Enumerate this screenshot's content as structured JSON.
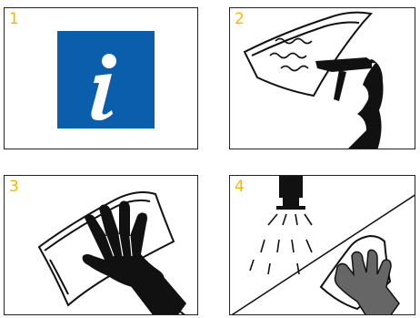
{
  "panels": [
    {
      "number": "1",
      "content": "info-sign"
    },
    {
      "number": "2",
      "content": "spray-bottle-cloth"
    },
    {
      "number": "3",
      "content": "gloved-hand-wipe"
    },
    {
      "number": "4",
      "content": "rinse-shower"
    }
  ],
  "colors": {
    "number": "#f5b800",
    "info_blue": "#0a5eab",
    "ink": "#111111",
    "glove_gray": "#666666"
  },
  "icons": [
    "info-icon",
    "spray-bottle-icon",
    "cloth-icon",
    "glove-icon",
    "shower-icon",
    "water-spray-icon"
  ]
}
